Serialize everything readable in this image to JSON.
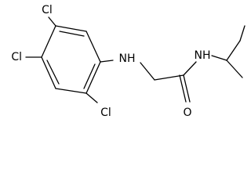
{
  "molecule": {
    "atoms": {
      "cl_top": "Cl",
      "cl_left": "Cl",
      "cl_bottom": "Cl",
      "nh_amine": "NH",
      "nh_amide": "NH",
      "o_carbonyl": "O"
    },
    "colors": {
      "bond": "#000000",
      "text": "#000000",
      "background": "#ffffff"
    }
  }
}
